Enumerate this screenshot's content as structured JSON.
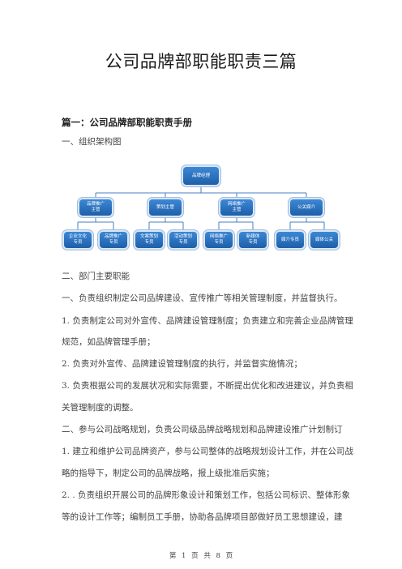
{
  "title": "公司品牌部职能职责三篇",
  "heading": "篇一：公司品牌部职能职责手册",
  "lines_top": [
    "一、组织架构图"
  ],
  "org_chart": {
    "root": "品牌经理",
    "level1": [
      "品牌推广\n主管",
      "策划主管",
      "网络推广\n主管",
      "公关媒介"
    ],
    "level2": [
      "企业文化\n专员",
      "品牌推广\n专员",
      "文案策划\n专员",
      "活动策划\n专员",
      "网络推广\n专员",
      "新媒体\n专员",
      "媒介专员",
      "媒体公关"
    ]
  },
  "lines": [
    "二、部门主要职能",
    "一、负责组织制定公司品牌建设、宣传推广等相关管理制度，并监督执行。",
    "1. 负责制定公司对外宣传、品牌建设管理制度；负责建立和完善企业品牌管理",
    "规范，如品牌管理手册；",
    "2. 负责对外宣传、品牌建设管理制度的执行，并监督实施情况；",
    "3. 负责根据公司的发展状况和实际需要，不断提出优化和改进建议，并负责相",
    "关管理制度的调整。",
    "二、参与公司战略规划，负责公司级品牌战略规划和品牌建设推广计划制订",
    "1. 建立和维护公司品牌资产，参与公司整体的战略规划设计工作，并在公司战",
    "略的指导下，制定公司的品牌战略，报上级批准后实施；",
    "2. . 负责组织开展公司的品牌形象设计和策划工作，包括公司标识、整体形象",
    "等的设计工作等；编制员工手册，协助各品牌项目部做好员工思想建设，建"
  ],
  "footer": "第 1 页 共 8 页"
}
